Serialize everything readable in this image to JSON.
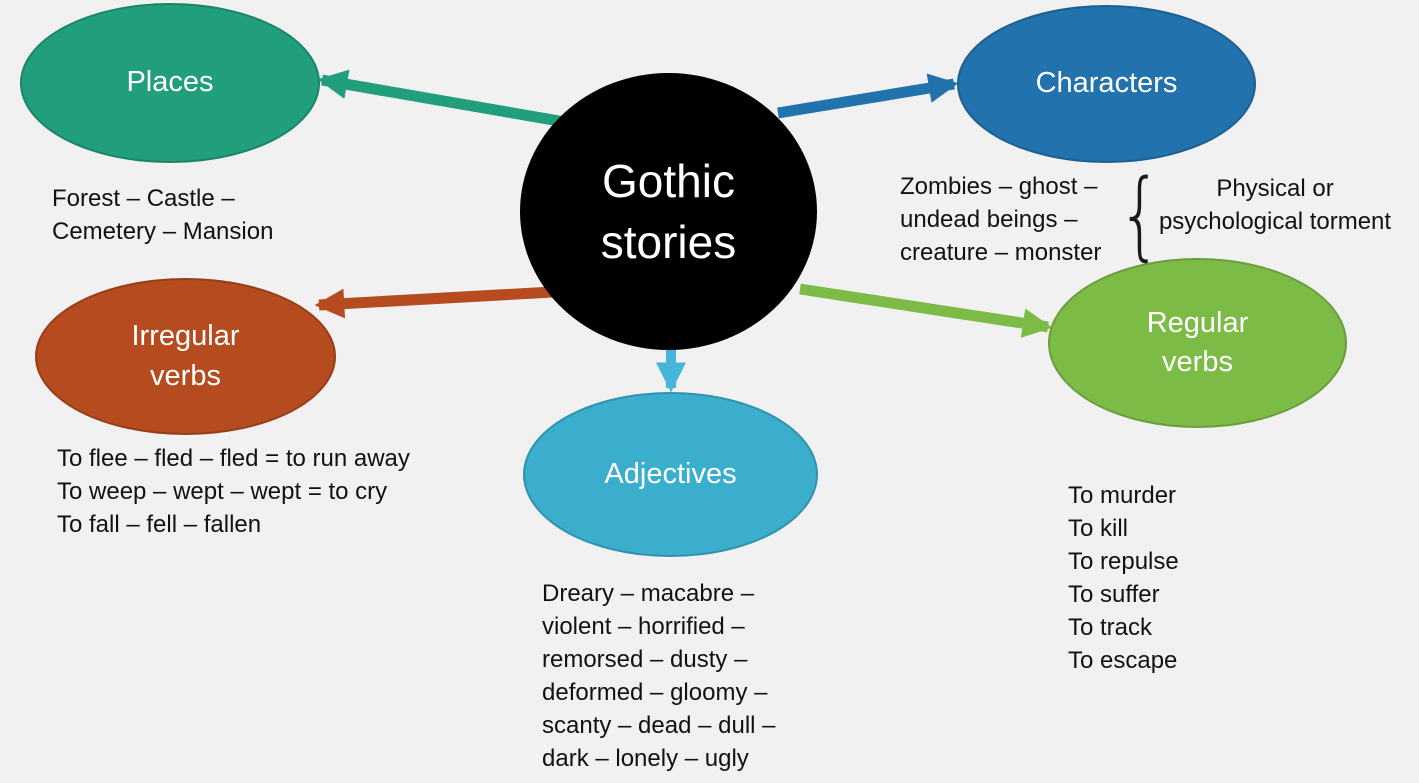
{
  "background_color": "#f1f1f2",
  "center": {
    "label": "Gothic\nstories",
    "fill_color": "#000000",
    "text_color": "#ffffff"
  },
  "nodes": {
    "places": {
      "label": "Places",
      "fill_color": "#219e7c",
      "border_color": "#1b8468",
      "items": [
        "Forest – Castle –",
        "Cemetery – Mansion"
      ]
    },
    "characters": {
      "label": "Characters",
      "fill_color": "#2272ae",
      "border_color": "#1c5f92",
      "items": [
        "Zombies – ghost –",
        "undead beings –",
        "creature – monster"
      ],
      "note": {
        "brace_glyph": "{",
        "text": [
          "Physical or",
          "psychological torment"
        ]
      }
    },
    "irregular_verbs": {
      "label": "Irregular\nverbs",
      "fill_color": "#b54b1f",
      "border_color": "#963e19",
      "items": [
        "To flee – fled – fled = to run away",
        "To weep – wept – wept = to cry",
        "To fall – fell – fallen"
      ]
    },
    "regular_verbs": {
      "label": "Regular\nverbs",
      "fill_color": "#7dbb47",
      "border_color": "#699e3a",
      "items": [
        "To murder",
        "To kill",
        "To repulse",
        "To suffer",
        "To track",
        "To escape"
      ]
    },
    "adjectives": {
      "label": "Adjectives",
      "fill_color": "#3aaecc",
      "border_color": "#3092ad",
      "items": [
        "Dreary – macabre –",
        "violent – horrified –",
        "remorsed – dusty –",
        "deformed – gloomy –",
        "scanty – dead – dull –",
        "dark – lonely – ugly"
      ]
    }
  },
  "arrows": {
    "to_places": {
      "color": "#219e7c"
    },
    "to_characters": {
      "color": "#2272ae"
    },
    "to_irregular": {
      "color": "#b54b1f"
    },
    "to_regular": {
      "color": "#7dbb47"
    },
    "to_adjectives": {
      "color": "#45b5db"
    }
  }
}
